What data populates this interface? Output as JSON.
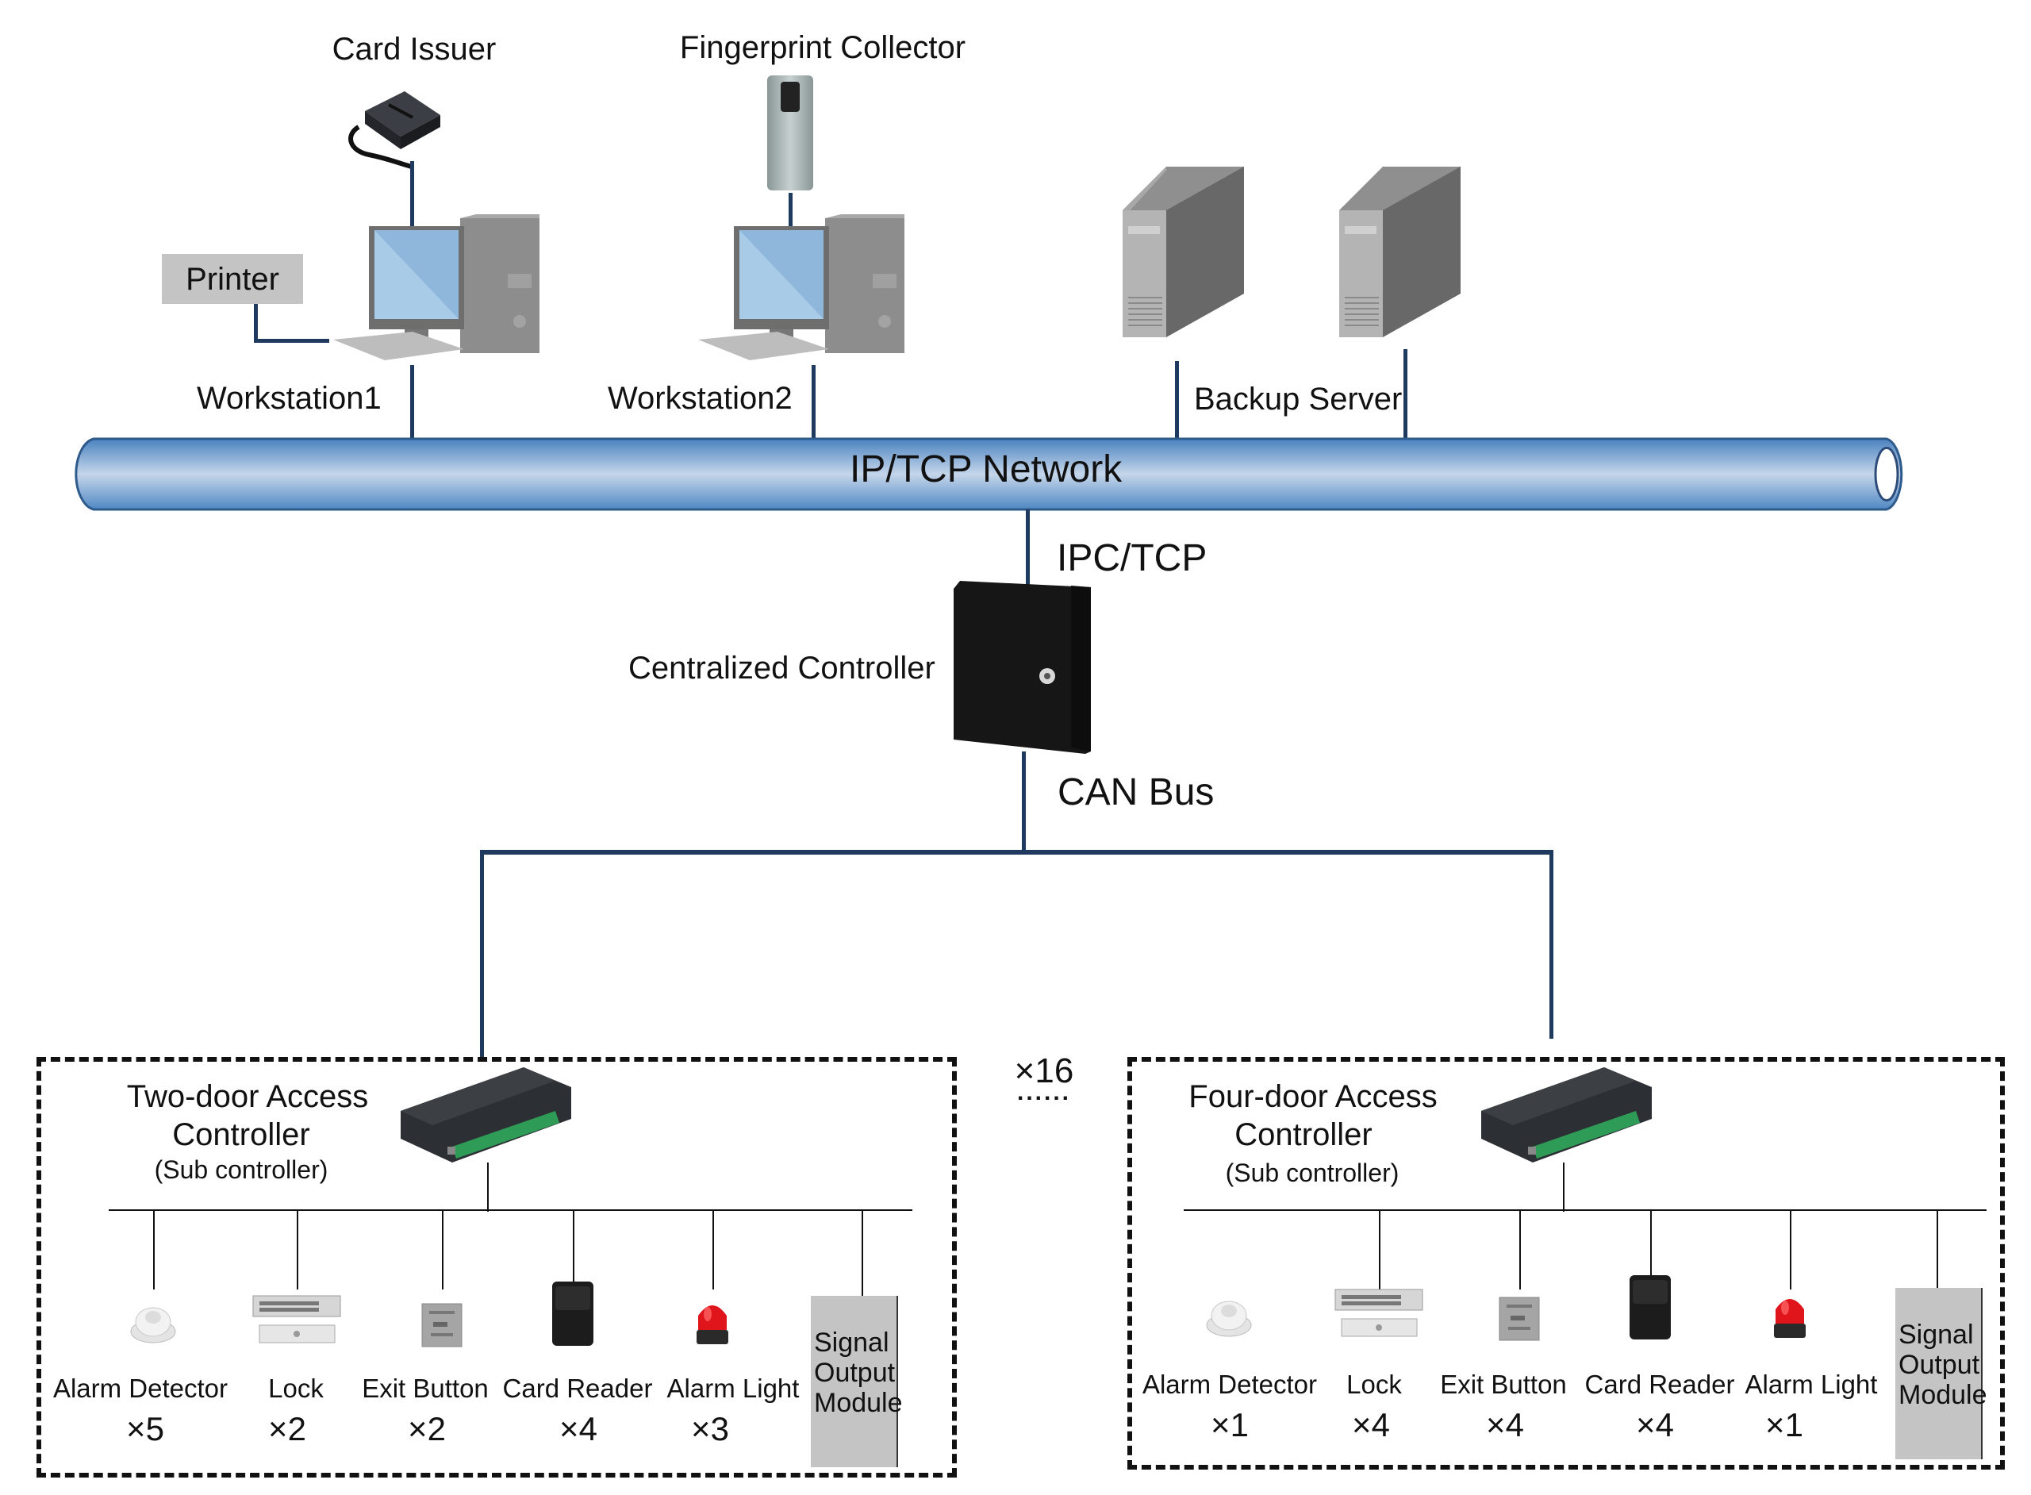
{
  "top_devices": {
    "card_issuer": "Card Issuer",
    "fingerprint_collector": "Fingerprint Collector",
    "printer": "Printer",
    "workstation1": "Workstation1",
    "workstation2": "Workstation2",
    "backup_server": "Backup Server"
  },
  "network": {
    "label": "IP/TCP Network",
    "uplink_label": "IPC/TCP",
    "controller_label": "Centralized Controller",
    "bus_label": "CAN Bus",
    "repeat_label": "×16",
    "repeat_dots": "......"
  },
  "sub_controllers": [
    {
      "title_line1": "Two-door Access",
      "title_line2": "Controller",
      "subtitle": "(Sub controller)",
      "devices": [
        {
          "name": "Alarm Detector",
          "count": "×5",
          "icon": "alarm-detector-icon"
        },
        {
          "name": "Lock",
          "count": "×2",
          "icon": "lock-icon"
        },
        {
          "name": "Exit Button",
          "count": "×2",
          "icon": "exit-button-icon"
        },
        {
          "name": "Card Reader",
          "count": "×4",
          "icon": "card-reader-icon"
        },
        {
          "name": "Alarm Light",
          "count": "×3",
          "icon": "alarm-light-icon"
        }
      ],
      "signal_module": "Signal\nOutput\nModule"
    },
    {
      "title_line1": "Four-door Access",
      "title_line2": "Controller",
      "subtitle": "(Sub controller)",
      "devices": [
        {
          "name": "Alarm Detector",
          "count": "×1",
          "icon": "alarm-detector-icon"
        },
        {
          "name": "Lock",
          "count": "×4",
          "icon": "lock-icon"
        },
        {
          "name": "Exit Button",
          "count": "×4",
          "icon": "exit-button-icon"
        },
        {
          "name": "Card Reader",
          "count": "×4",
          "icon": "card-reader-icon"
        },
        {
          "name": "Alarm Light",
          "count": "×1",
          "icon": "alarm-light-icon"
        }
      ],
      "signal_module": "Signal\nOutput\nModule"
    }
  ],
  "colors": {
    "wire": "#1f3a5f",
    "pipe": "#5b8fc7",
    "pipe_highlight": "#c5d6ea",
    "label_box": "#c4c4c4"
  }
}
